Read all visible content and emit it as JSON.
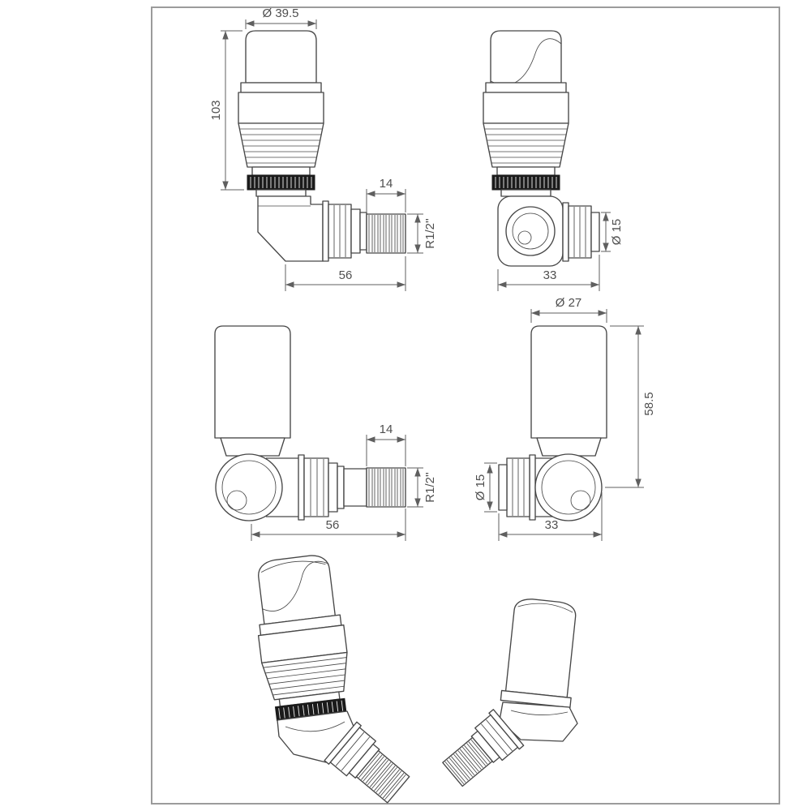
{
  "palette": {
    "line": "#474747",
    "dimension_line": "#5f5f5f",
    "label_text": "#4f4f4f",
    "knurl_band": "#1b1b1b",
    "frame": "#9b9b9b",
    "background": "#ffffff"
  },
  "views": {
    "trv_side": {
      "dims": {
        "head_diameter": "Ø 39.5",
        "head_height": "103",
        "thread_length": "14",
        "thread_spec": "R1/2''",
        "overall_length": "56"
      }
    },
    "trv_front": {
      "dims": {
        "pipe_diameter": "Ø 15",
        "overall_length": "33"
      }
    },
    "lockshield_side": {
      "dims": {
        "thread_length": "14",
        "thread_spec": "R1/2''",
        "overall_length": "56"
      }
    },
    "lockshield_front": {
      "dims": {
        "cap_diameter": "Ø 27",
        "height_to_axis": "58.5",
        "pipe_diameter": "Ø 15",
        "overall_length": "33"
      }
    }
  }
}
